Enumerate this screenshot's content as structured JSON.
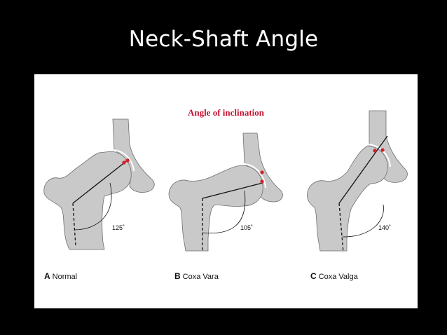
{
  "slide": {
    "title": "Neck-Shaft Angle"
  },
  "figure": {
    "title": "Angle of inclination",
    "colors": {
      "bone": "#c9c9c9",
      "bone_outline": "#6e6e6e",
      "marker": "#d42027",
      "title": "#c8102e"
    },
    "panels": [
      {
        "letter": "A",
        "caption": "Normal",
        "angle": "125˚"
      },
      {
        "letter": "B",
        "caption": "Coxa Vara",
        "angle": "105˚"
      },
      {
        "letter": "C",
        "caption": "Coxa Valga",
        "angle": "140˚"
      }
    ]
  }
}
